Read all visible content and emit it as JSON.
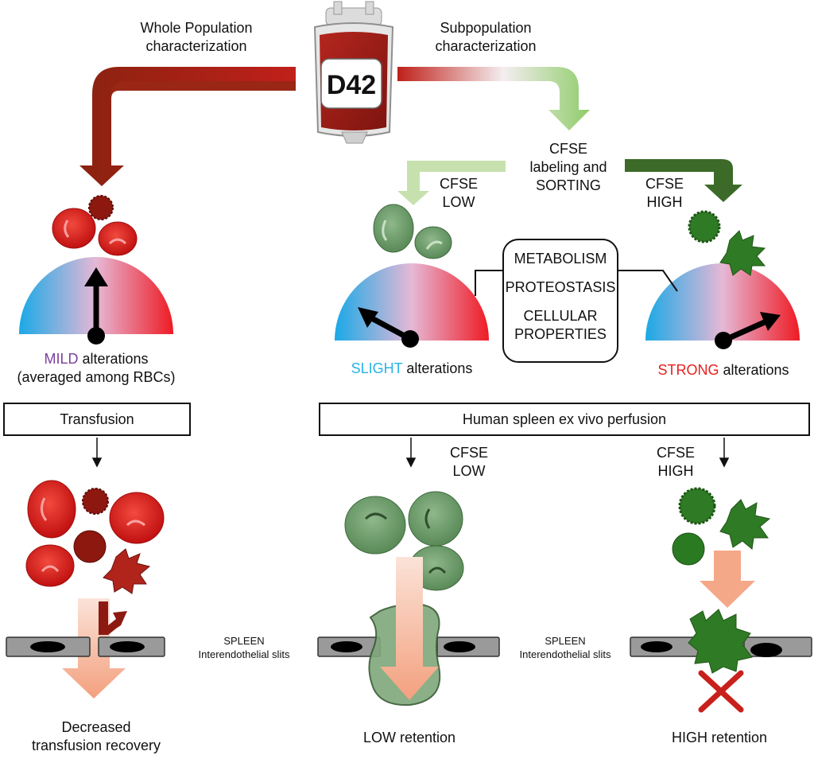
{
  "bag_label": "D42",
  "top": {
    "left_title_1": "Whole Population",
    "left_title_2": "characterization",
    "right_title_1": "Subpopulation",
    "right_title_2": "characterization",
    "sorting_1": "CFSE",
    "sorting_2": "labeling and",
    "sorting_3": "SORTING"
  },
  "cfse": {
    "word": "CFSE",
    "low": "LOW",
    "high": "HIGH"
  },
  "properties": [
    "METABOLISM",
    "PROTEOSTASIS",
    "CELLULAR",
    "PROPERTIES"
  ],
  "gauges": {
    "mild_word": "MILD",
    "mild_rest": " alterations",
    "mild_note": "(averaged among RBCs)",
    "slight_word": "SLIGHT",
    "slight_rest": " alterations",
    "strong_word": "STRONG",
    "strong_rest": " alterations"
  },
  "colors": {
    "mild": "#7b3fa0",
    "slight": "#27b3e6",
    "strong": "#e8201f",
    "dark_red": "#8e1a12",
    "green": "#5f8f5e",
    "dark_green": "#2e6a25",
    "salmon": "#f3a98a"
  },
  "boxes": {
    "transfusion": "Transfusion",
    "spleen_perfusion": "Human spleen  ex vivo  perfusion"
  },
  "spleen": {
    "line1": "SPLEEN",
    "line2": "Interendothelial slits"
  },
  "outcomes": {
    "left_1": "Decreased",
    "left_2": "transfusion recovery",
    "mid": "LOW retention",
    "right": "HIGH retention"
  }
}
